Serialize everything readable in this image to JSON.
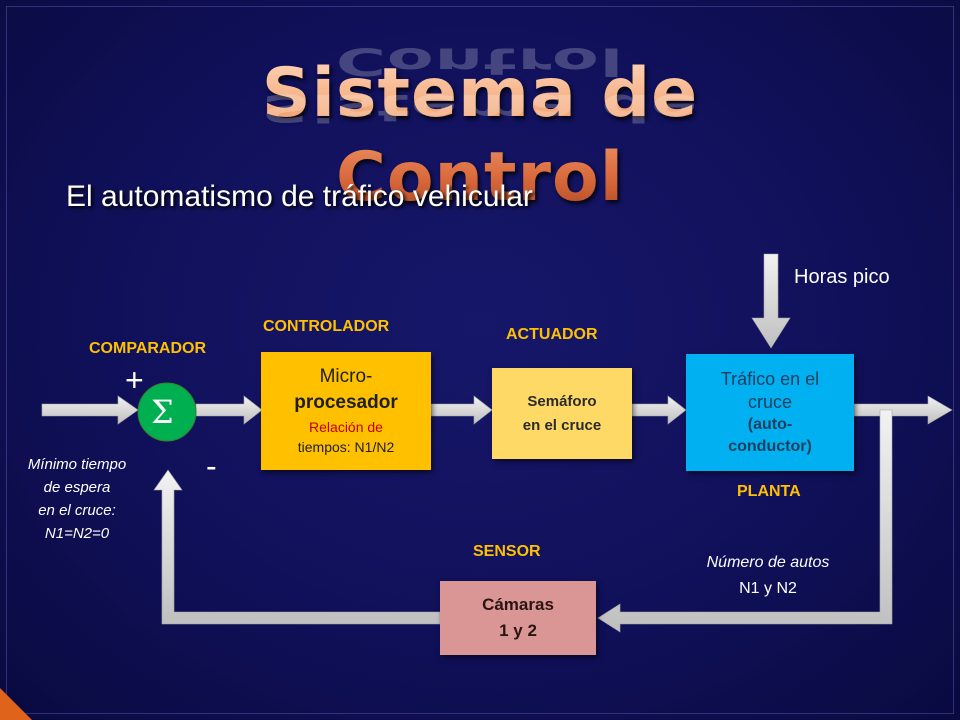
{
  "title": "Sistema de Control",
  "subtitle": "El automatismo de tráfico vehicular",
  "labels": {
    "comparador": "COMPARADOR",
    "controlador": "CONTROLADOR",
    "actuador": "ACTUADOR",
    "planta": "PLANTA",
    "sensor": "SENSOR"
  },
  "sum_symbol": "Σ",
  "plus_sign": "+",
  "minus_sign": "-",
  "disturbance": "Horas pico",
  "reference": [
    "Mínimo tiempo",
    "de espera",
    "en el cruce:",
    "N1=N2=0"
  ],
  "blocks": {
    "controlador": {
      "line1": "Micro-",
      "line2": "procesador",
      "line3": "Relación de",
      "line4": "tiempos: N1/N2"
    },
    "actuador": {
      "line1": "Semáforo",
      "line2": "en el cruce"
    },
    "planta": {
      "line1": "Tráfico en el",
      "line2": "cruce",
      "line3": "(auto-",
      "line4": "conductor)"
    },
    "sensor": {
      "line1": "Cámaras",
      "line2": "1 y 2"
    }
  },
  "feedback_signal": [
    "Número de autos",
    "N1 y N2"
  ],
  "colors": {
    "background": "#10105a",
    "label_yellow": "#ffc000",
    "controlador_fill": "#ffc000",
    "actuador_fill": "#ffd966",
    "planta_fill": "#00b0f0",
    "sensor_fill": "#d99694",
    "sum_fill": "#00b050",
    "arrow": "#d9d9d9"
  }
}
